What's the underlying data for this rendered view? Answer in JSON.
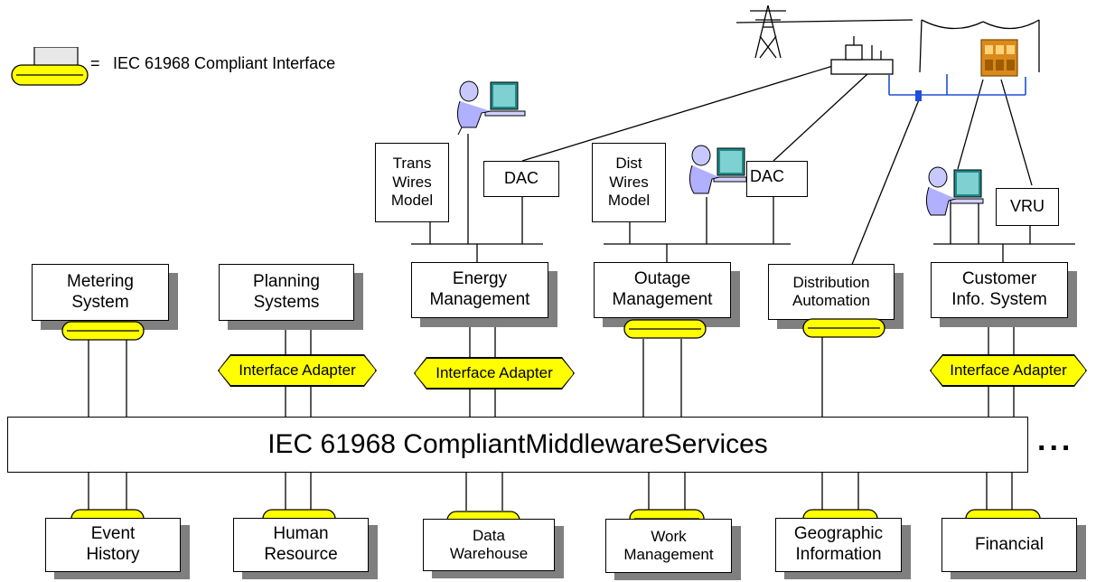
{
  "legend": {
    "text": "IEC 61968 Compliant Interface",
    "prefix": "="
  },
  "bus": {
    "label": "IEC 61968 CompliantMiddlewareServices",
    "more": "..."
  },
  "top_systems": [
    {
      "line1": "Metering",
      "line2": "System"
    },
    {
      "line1": "Planning",
      "line2": "Systems"
    },
    {
      "line1": "Energy",
      "line2": "Management"
    },
    {
      "line1": "Outage",
      "line2": "Management"
    },
    {
      "line1": "Distribution",
      "line2": "Automation"
    },
    {
      "line1": "Customer",
      "line2": "Info. System"
    }
  ],
  "bottom_systems": [
    {
      "line1": "Event",
      "line2": "History"
    },
    {
      "line1": "Human",
      "line2": "Resource"
    },
    {
      "line1": "Data",
      "line2": "Warehouse"
    },
    {
      "line1": "Work",
      "line2": "Management"
    },
    {
      "line1": "Geographic",
      "line2": "Information"
    },
    {
      "line1": "Financial",
      "line2": ""
    }
  ],
  "adapter_label": "Interface Adapter",
  "aux_boxes": {
    "trans_wires": [
      "Trans",
      "Wires",
      "Model"
    ],
    "dist_wires": [
      "Dist",
      "Wires",
      "Model"
    ],
    "dac1": "DAC",
    "dac2": "DAC",
    "vru": "VRU"
  },
  "colors": {
    "interface": "#ffff00",
    "shadow": "#7f7f7f",
    "field_bus": "#1f4fd6"
  }
}
